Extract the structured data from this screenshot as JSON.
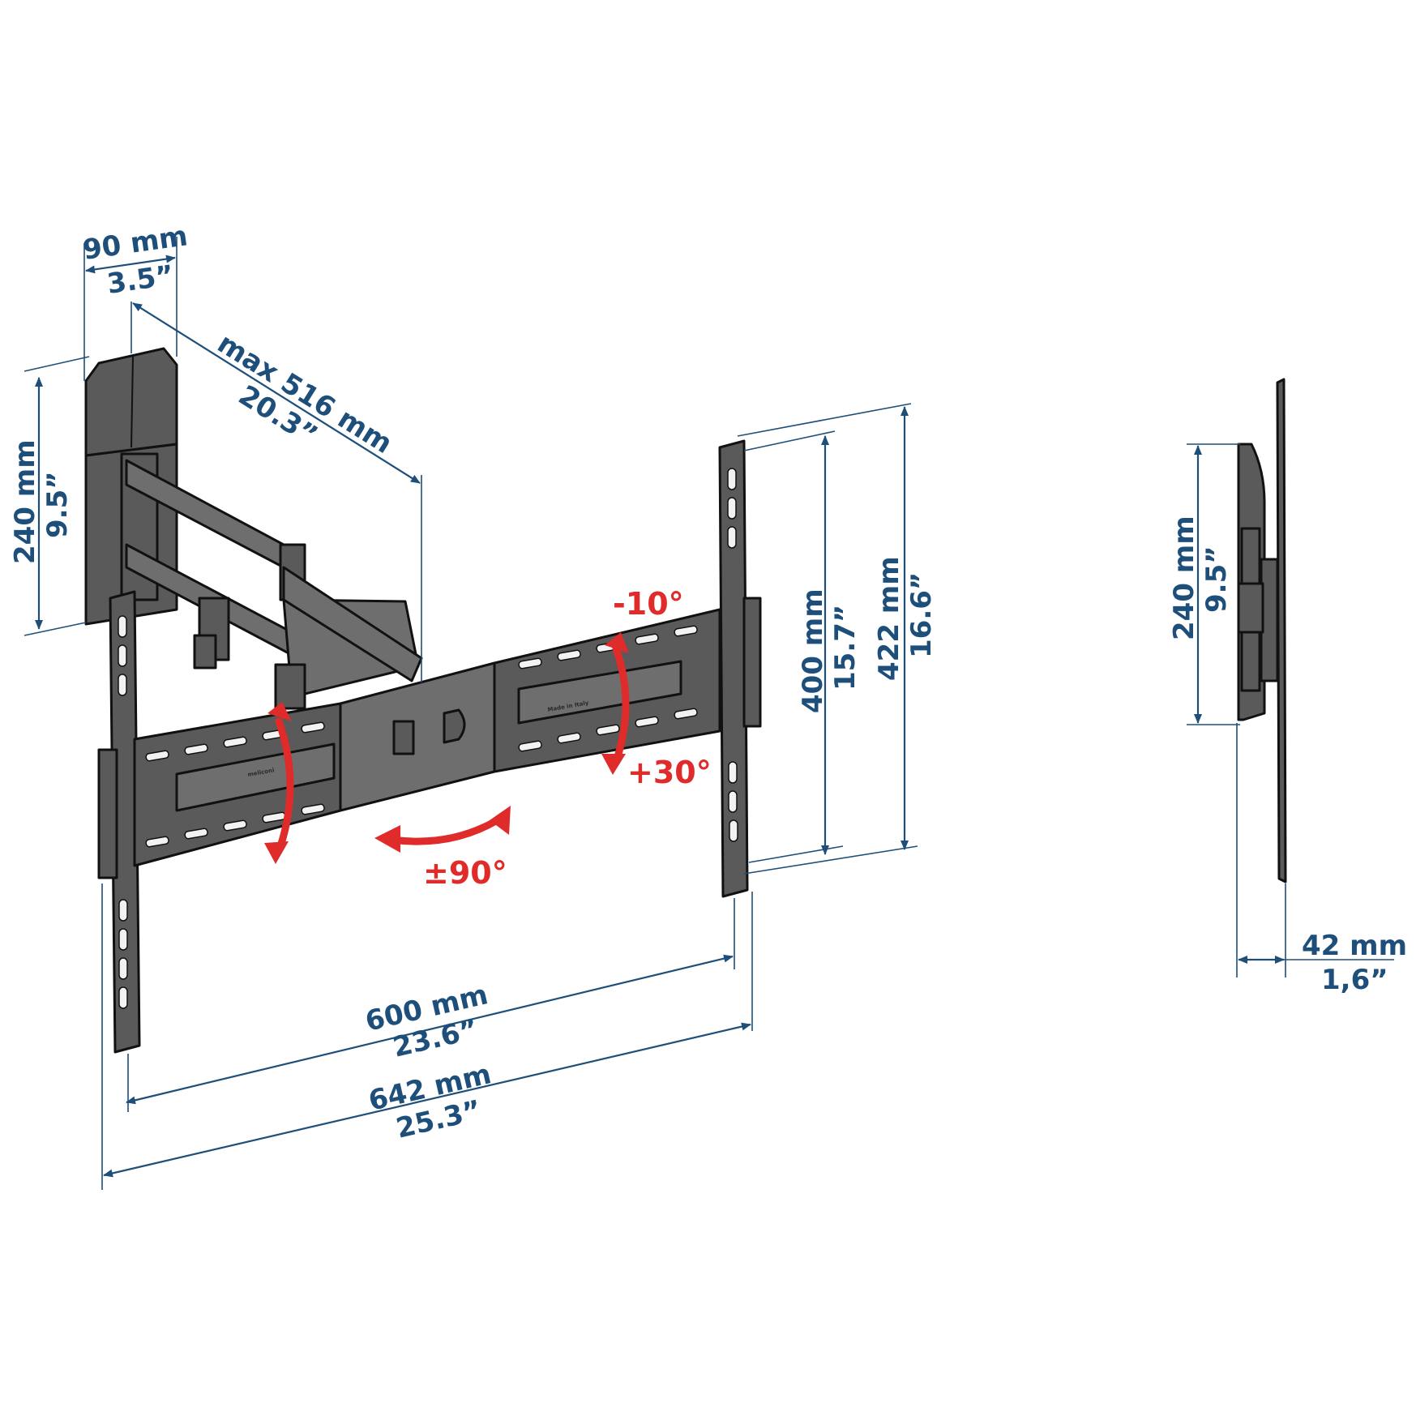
{
  "dimensions": {
    "depth_wall_plate": {
      "metric": "90 mm",
      "imperial": "3.5”"
    },
    "max_extension": {
      "metric": "max 516 mm",
      "imperial": "20.3”"
    },
    "wall_plate_height": {
      "metric": "240 mm",
      "imperial": "9.5”"
    },
    "vesa_height": {
      "metric": "400 mm",
      "imperial": "15.7”"
    },
    "bracket_height": {
      "metric": "422 mm",
      "imperial": "16.6”"
    },
    "vesa_width": {
      "metric": "600 mm",
      "imperial": "23.6”"
    },
    "bracket_width": {
      "metric": "642 mm",
      "imperial": "25.3”"
    },
    "side_height": {
      "metric": "240 mm",
      "imperial": "9.5”"
    },
    "side_depth": {
      "metric": "42 mm",
      "imperial": "1,6”"
    }
  },
  "angles": {
    "tilt_up": "-10°",
    "tilt_down": "+30°",
    "swivel": "±90°"
  },
  "part_labels": {
    "brand": "meliconi",
    "made_in": "Made in Italy"
  },
  "colors": {
    "dimension": "#1e4f7a",
    "angle": "#e02b2b",
    "part": "#5a5a5a"
  }
}
